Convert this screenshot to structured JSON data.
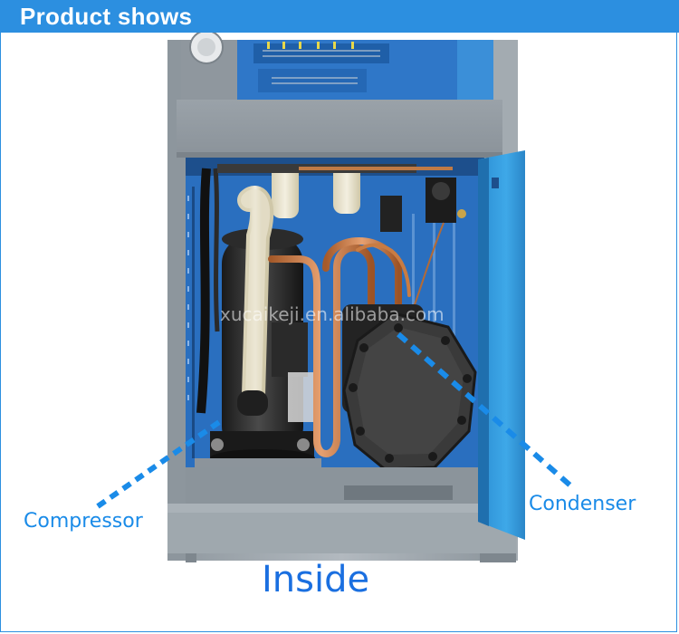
{
  "header": {
    "title": "Product shows"
  },
  "photo": {
    "subject": "compressor-condenser-unit",
    "watermark": "xucaikeji.en.alibaba.com"
  },
  "labels": {
    "compressor": "Compressor",
    "condenser": "Condenser",
    "inside": "Inside"
  },
  "colors": {
    "accent": "#2c8fe0",
    "label_blue": "#1a8be8",
    "cabinet_gray": "#9aa3ab",
    "panel_blue": "#2f77c8",
    "door_blue": "#3aa0de"
  }
}
